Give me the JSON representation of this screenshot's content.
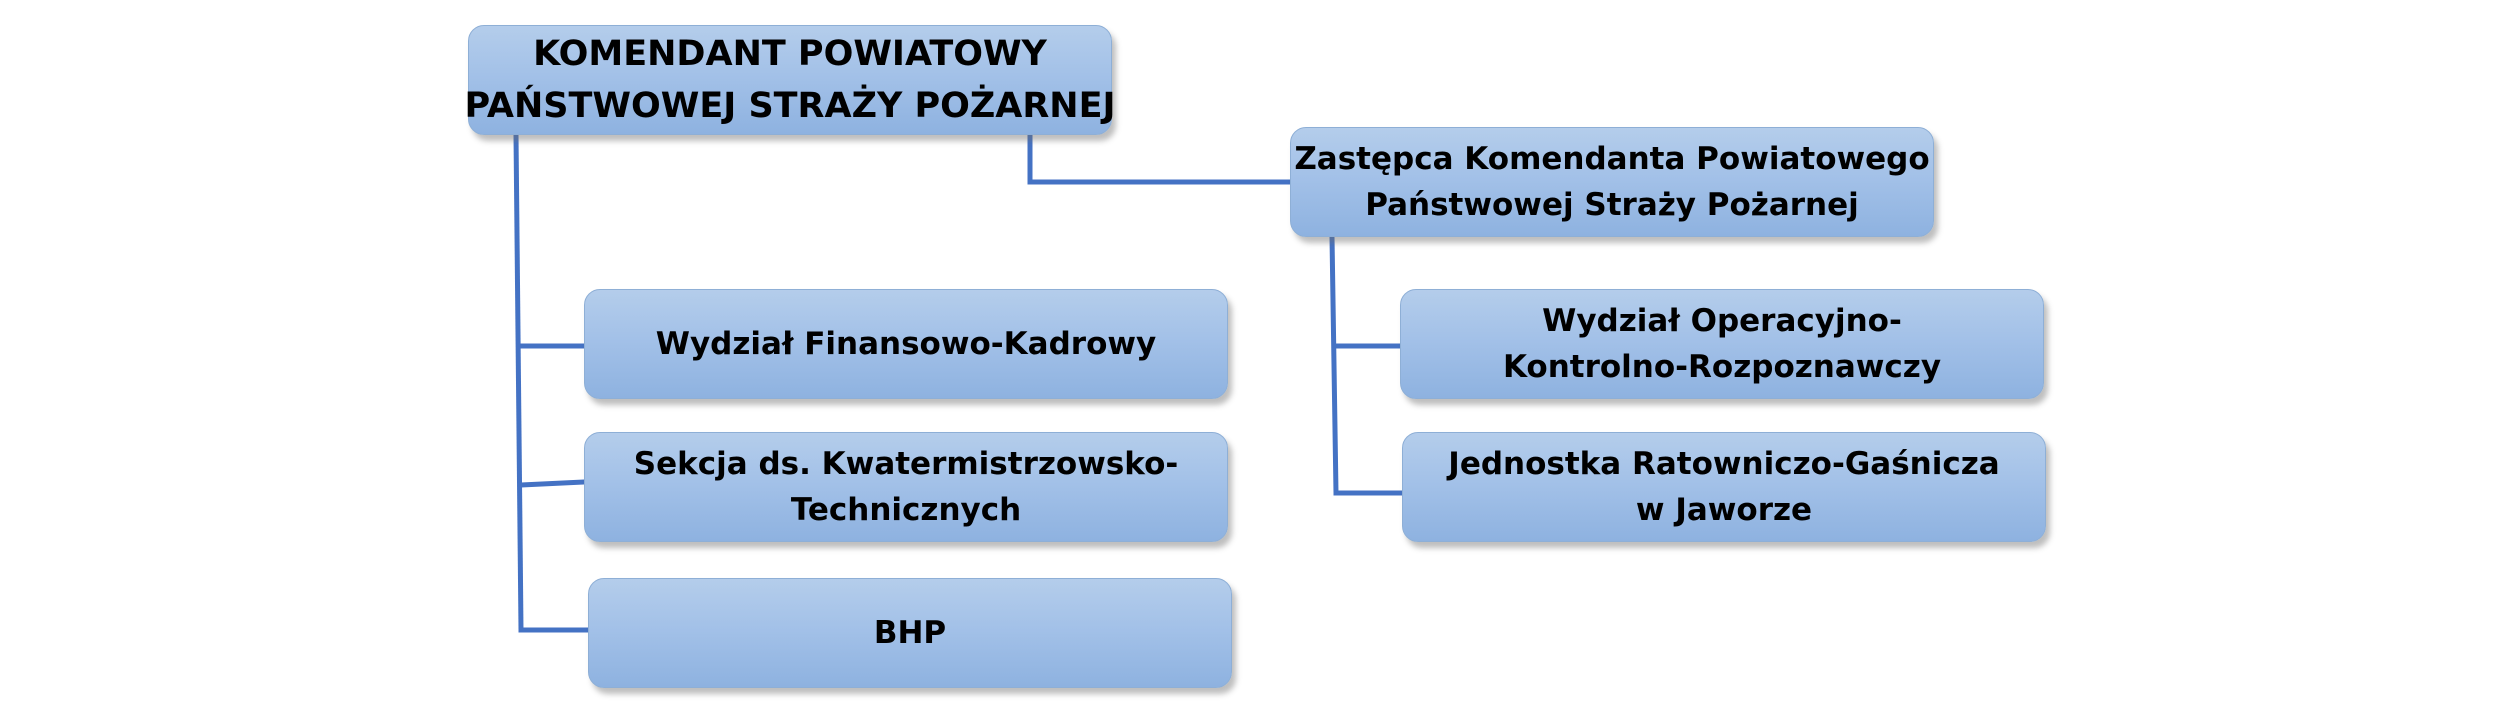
{
  "org_chart": {
    "root": {
      "line1": "KOMENDANT POWIATOWY",
      "line2": "PAŃSTWOWEJ STRAŻY POŻARNEJ"
    },
    "deputy": {
      "line1": "Zastępca Komendanta Powiatowego",
      "line2": "Państwowej Straży Pożarnej"
    },
    "root_units": [
      {
        "line1": "Wydział Finansowo-Kadrowy",
        "line2": ""
      },
      {
        "line1": "Sekcja ds. Kwatermistrzowsko-",
        "line2": "Technicznych"
      },
      {
        "line1": "BHP",
        "line2": ""
      }
    ],
    "deputy_units": [
      {
        "line1": "Wydział Operacyjno-",
        "line2": "Kontrolno-Rozpoznawczy"
      },
      {
        "line1": "Jednostka Ratowniczo-Gaśnicza",
        "line2": "w Jaworze"
      }
    ],
    "colors": {
      "connector": "#4472c4",
      "box_top": "#b4cdeb",
      "box_bottom": "#8eb2e0",
      "box_border": "#8eafd6",
      "text": "#000000"
    }
  }
}
